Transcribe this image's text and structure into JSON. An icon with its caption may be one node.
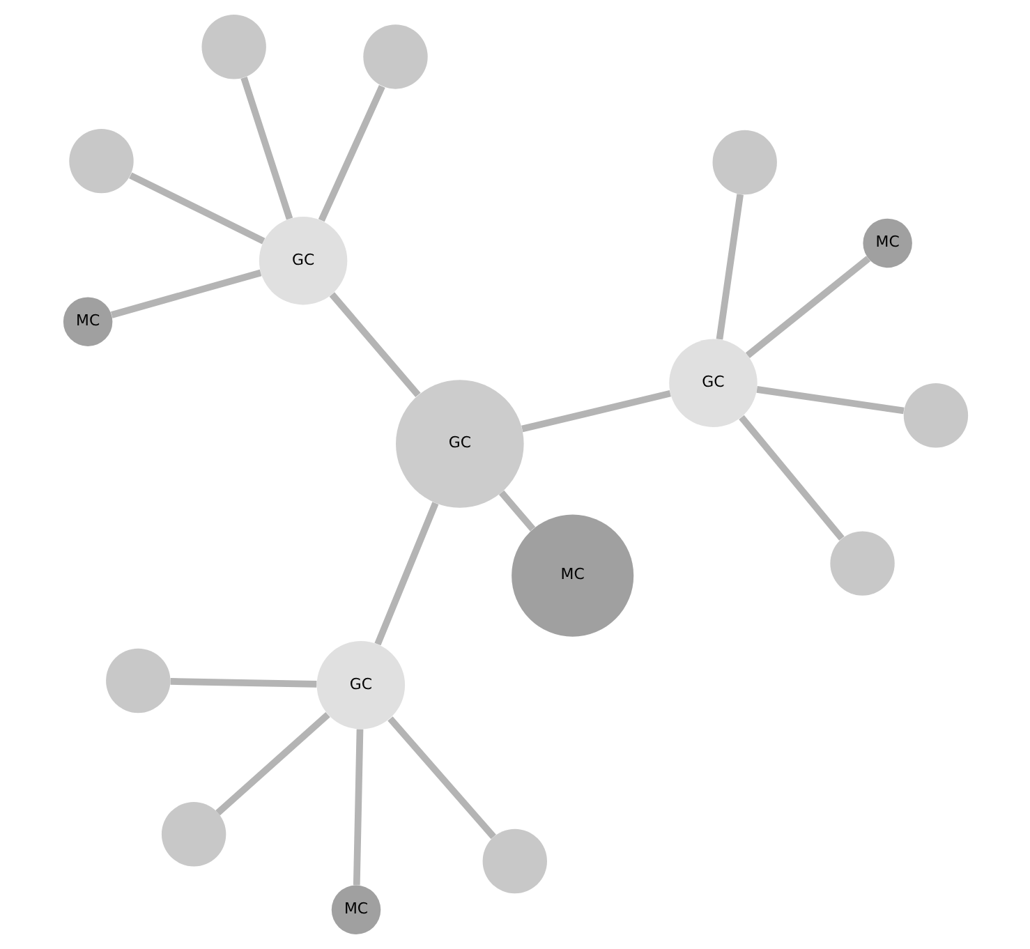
{
  "diagram": {
    "nodes": [
      {
        "text": [],
        "shape": "circle"
      },
      {
        "text": [],
        "shape": "circle"
      },
      {
        "text": [
          "MC"
        ]
      },
      {
        "text": [
          "GC"
        ]
      },
      {
        "text": [],
        "shape": "circle"
      },
      {
        "text": [],
        "shape": "circle"
      },
      {
        "text": [
          "MC"
        ]
      },
      {
        "text": [],
        "shape": "circle"
      },
      {
        "text": [
          "GC"
        ]
      },
      {
        "text": [
          "GC"
        ]
      },
      {
        "text": [
          "GC"
        ]
      },
      {
        "text": [],
        "shape": "circle"
      },
      {
        "text": [],
        "shape": "circle"
      },
      {
        "text": [],
        "shape": "circle"
      },
      {
        "text": [
          "MC"
        ]
      },
      {
        "text": [],
        "shape": "circle"
      },
      {
        "text": [
          "MC"
        ]
      }
    ],
    "edges": [
      {
        "from": 8,
        "to": 3,
        "arrow": "none"
      },
      {
        "from": 8,
        "to": 9,
        "arrow": "none"
      },
      {
        "from": 8,
        "to": 10,
        "arrow": "none"
      },
      {
        "from": 8,
        "to": 16,
        "arrow": "none"
      },
      {
        "from": 3,
        "to": 0,
        "arrow": "none"
      },
      {
        "from": 3,
        "to": 1,
        "arrow": "none"
      },
      {
        "from": 3,
        "to": 2,
        "arrow": "none"
      },
      {
        "from": 3,
        "to": 4,
        "arrow": "none"
      },
      {
        "from": 9,
        "to": 5,
        "arrow": "none"
      },
      {
        "from": 9,
        "to": 7,
        "arrow": "none"
      },
      {
        "from": 9,
        "to": 12,
        "arrow": "none"
      },
      {
        "from": 9,
        "to": 14,
        "arrow": "none"
      },
      {
        "from": 10,
        "to": 6,
        "arrow": "none"
      },
      {
        "from": 10,
        "to": 11,
        "arrow": "none"
      },
      {
        "from": 10,
        "to": 13,
        "arrow": "none"
      },
      {
        "from": 10,
        "to": 15,
        "arrow": "none"
      }
    ]
  }
}
